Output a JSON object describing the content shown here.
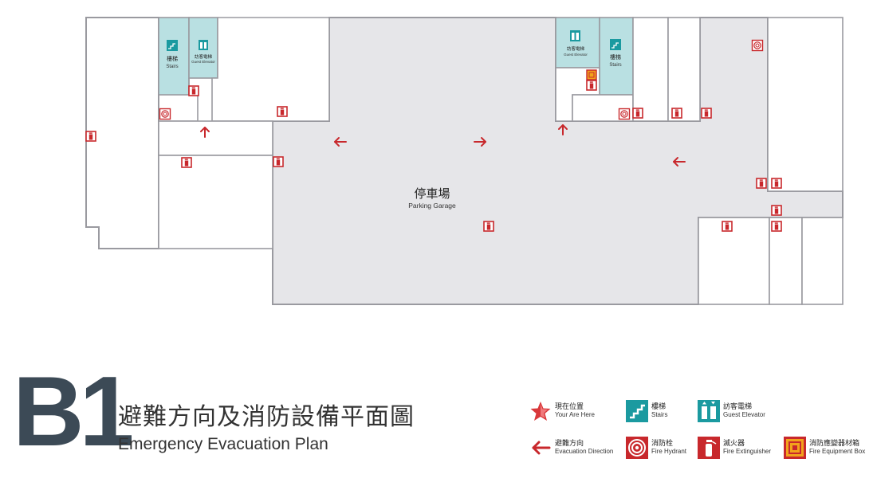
{
  "map": {
    "area_label_zh": "停車場",
    "area_label_en": "Parking Garage",
    "stairs_zh": "樓梯",
    "stairs_en": "Stairs",
    "elevator_zh": "訪客電梯",
    "elevator_en": "Guest Elevator"
  },
  "header": {
    "floor_code": "B1",
    "title_zh": "避難方向及消防設備平面圖",
    "title_en": "Emergency Evacuation Plan"
  },
  "legend": [
    {
      "icon": "star-icon",
      "zh": "現在位置",
      "en": "Your Are Here"
    },
    {
      "icon": "stairs-icon",
      "zh": "樓梯",
      "en": "Stairs"
    },
    {
      "icon": "elevator-icon",
      "zh": "訪客電梯",
      "en": "Guest Elevator"
    },
    {
      "icon": "arrow-left-icon",
      "zh": "避難方向",
      "en": "Evacuation Direction"
    },
    {
      "icon": "fire-hydrant-icon",
      "zh": "消防栓",
      "en": "Fire Hydrant"
    },
    {
      "icon": "fire-extinguisher-icon",
      "zh": "滅火器",
      "en": "Fire Extinguisher"
    },
    {
      "icon": "fire-equipment-box-icon",
      "zh": "消防應變器材箱",
      "en": "Fire Equipment Box"
    }
  ],
  "colors": {
    "floor_gray": "#e6e6e9",
    "wall": "#9a9aa0",
    "teal": "#b9e0e2",
    "icon_teal": "#1b9aa0",
    "red": "#c8282c",
    "dark": "#3c4a56"
  }
}
